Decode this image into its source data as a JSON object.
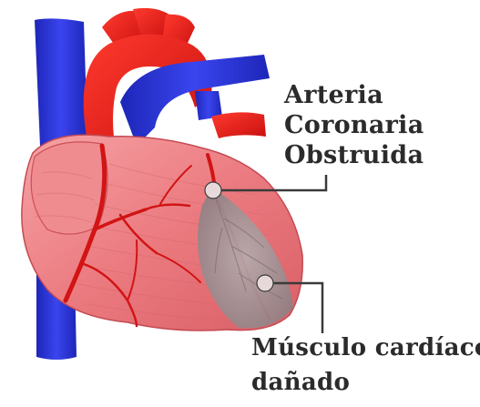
{
  "labels": {
    "artery": {
      "line1": "Arteria",
      "line2": "Coronaria",
      "line3": "Obstruida"
    },
    "muscle": {
      "line1": "Músculo cardíaco",
      "line2": "dañado"
    }
  },
  "colors": {
    "heart_muscle": "#e9747a",
    "heart_shadow": "#c94a52",
    "artery_red": "#e01b1b",
    "vein_blue": "#2b36d6",
    "damaged_tissue": "#9e8e91",
    "pointer_line": "#3a3a3a",
    "label_text": "#2b2b2b"
  }
}
